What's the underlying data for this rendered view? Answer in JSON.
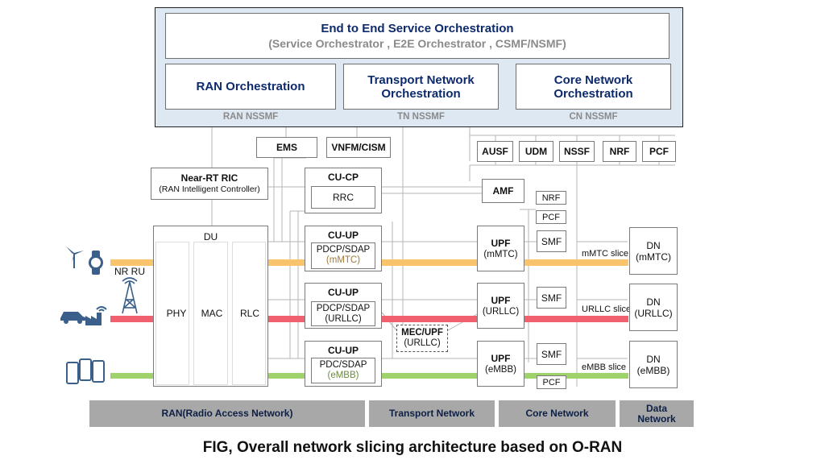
{
  "orchestration": {
    "title": "End to End Service Orchestration",
    "subtitle": "(Service Orchestrator , E2E Orchestrator , CSMF/NSMF)",
    "ran": "RAN Orchestration",
    "tn_line1": "Transport Network",
    "tn_line2": "Orchestration",
    "cn_line1": "Core Network",
    "cn_line2": "Orchestration",
    "ran_nssmf": "RAN NSSMF",
    "tn_nssmf": "TN NSSMF",
    "cn_nssmf": "CN NSSMF"
  },
  "management": {
    "ems": "EMS",
    "vnfm": "VNFM/CISM"
  },
  "ric": {
    "title": "Near-RT RIC",
    "subtitle": "(RAN Intelligent Controller)"
  },
  "cucp": {
    "title": "CU-CP",
    "rrc": "RRC"
  },
  "core_functions": [
    "AUSF",
    "UDM",
    "NSSF",
    "NRF",
    "PCF"
  ],
  "amf": "AMF",
  "nrf": "NRF",
  "pcf_top": "PCF",
  "pcf_bottom": "PCF",
  "smf": "SMF",
  "du": {
    "title": "DU",
    "phy": "PHY",
    "mac": "MAC",
    "rlc": "RLC"
  },
  "nr_ru": "NR RU",
  "cuups": [
    {
      "title": "CU-UP",
      "line1": "PDCP/SDAP",
      "line2": "(mMTC)"
    },
    {
      "title": "CU-UP",
      "line1": "PDCP/SDAP",
      "line2": "(URLLC)"
    },
    {
      "title": "CU-UP",
      "line1": "PDC/SDAP",
      "line2": "(eMBB)"
    }
  ],
  "upfs": [
    {
      "title": "UPF",
      "sub": "(mMTC)"
    },
    {
      "title": "UPF",
      "sub": "(URLLC)"
    },
    {
      "title": "UPF",
      "sub": "(eMBB)"
    }
  ],
  "mec": {
    "title": "MEC/UPF",
    "sub": "(URLLC)"
  },
  "slices": [
    {
      "label": "mMTC slice",
      "color": "#f9c46b"
    },
    {
      "label": "URLLC slice",
      "color": "#f0606e"
    },
    {
      "label": "eMBB slice",
      "color": "#9fd26a"
    }
  ],
  "dns": [
    {
      "title": "DN",
      "sub": "(mMTC)"
    },
    {
      "title": "DN",
      "sub": "(URLLC)"
    },
    {
      "title": "DN",
      "sub": "(eMBB)"
    }
  ],
  "bottom_bar": {
    "ran": "RAN(Radio Access Network)",
    "transport": "Transport Network",
    "core": "Core Network",
    "data_line1": "Data",
    "data_line2": "Network"
  },
  "caption": "FIG, Overall network slicing architecture based on O-RAN",
  "colors": {
    "orchestration_bg": "#dde8f3",
    "title_text": "#0d2a6b",
    "bar_bg": "#a8a8a8"
  },
  "icons": [
    "wind-turbine-icon",
    "smartwatch-icon",
    "antenna-tower-icon",
    "car-icon",
    "factory-icon",
    "smartphone-icon"
  ]
}
